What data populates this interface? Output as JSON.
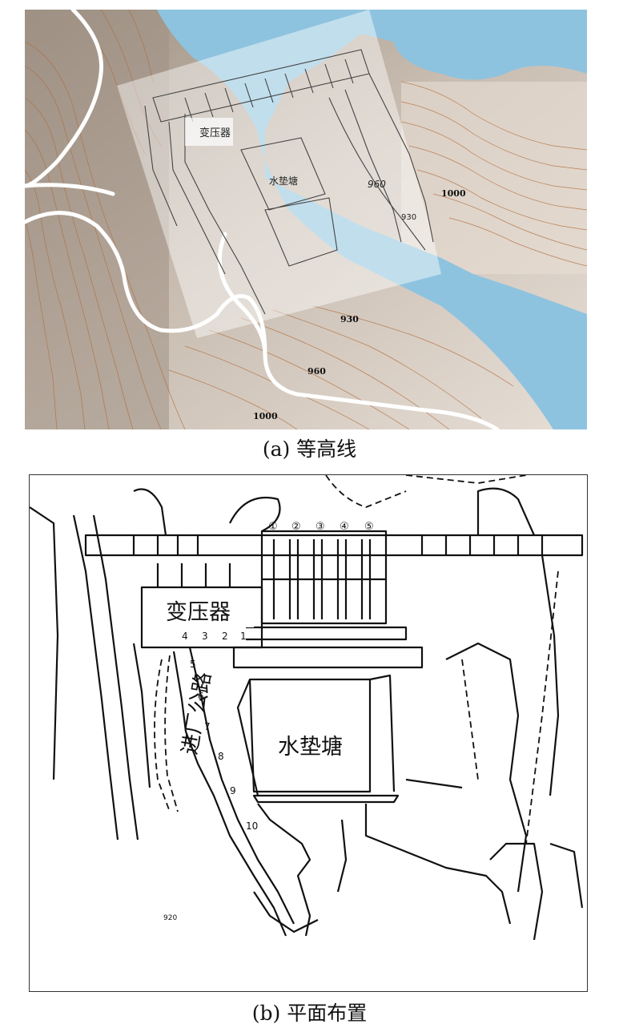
{
  "figure": {
    "panel_a": {
      "caption": "(a) 等高线",
      "contour_labels": [
        "1000",
        "930",
        "960",
        "1000"
      ],
      "overlay_labels": {
        "transformer": "变压器",
        "plunge_pool": "水垫塘",
        "elev_960": "960",
        "elev_930": "930"
      },
      "colors": {
        "water": "#8ec3df",
        "terrain_dark": "#a49687",
        "terrain_light": "#dfd6cc",
        "contour": "#b06a3a",
        "road": "#ffffff"
      }
    },
    "panel_b": {
      "caption": "(b)  平面布置",
      "labels": {
        "transformer": "变压器",
        "plunge_pool": "水垫塘",
        "access_road": "进厂公路"
      },
      "unit_markers": [
        "①",
        "②",
        "③",
        "④",
        "⑤"
      ],
      "transformer_numbers": [
        "4",
        "3",
        "2",
        "1"
      ],
      "road_numbers": [
        "5",
        "6",
        "7",
        "8",
        "9",
        "10"
      ],
      "elev_label": "920"
    }
  }
}
